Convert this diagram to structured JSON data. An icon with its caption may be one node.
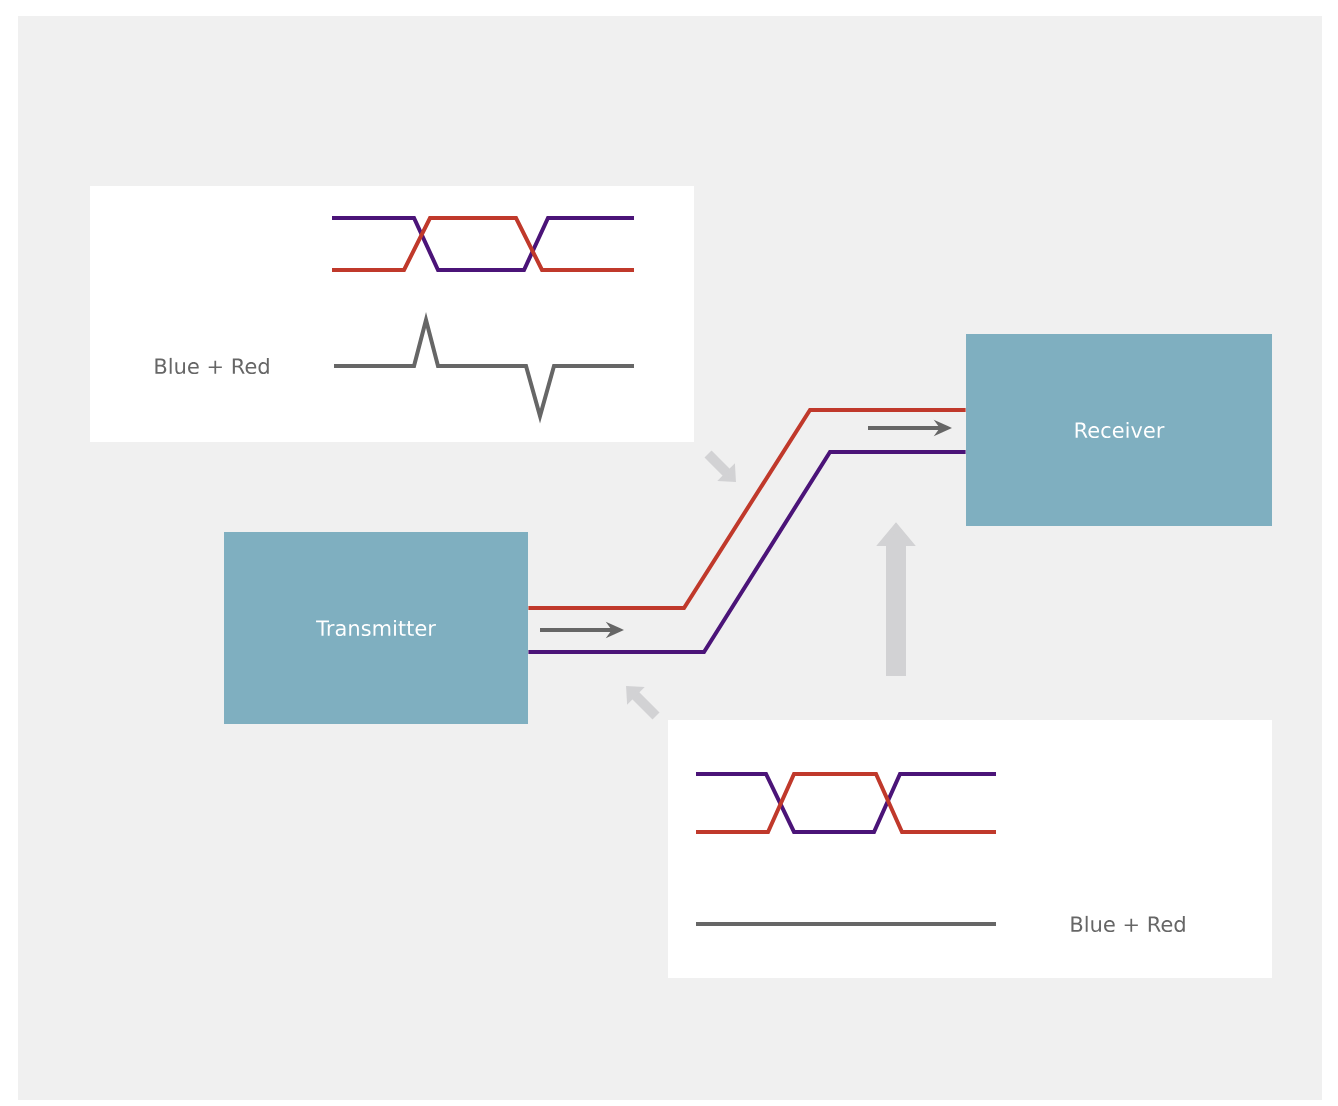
{
  "diagram": {
    "nodes": [
      {
        "text": [
          "Transmitter"
        ]
      },
      {
        "text": [
          "Receiver"
        ]
      },
      {
        "text": [
          "Blue + Red"
        ]
      },
      {
        "text": [
          "Blue + Red"
        ]
      }
    ],
    "edges": [
      {
        "from": 0,
        "to": 1,
        "arrow": "none",
        "color": "#c0392b"
      },
      {
        "from": 0,
        "to": 1,
        "arrow": "none",
        "color": "#4b1478"
      }
    ]
  }
}
